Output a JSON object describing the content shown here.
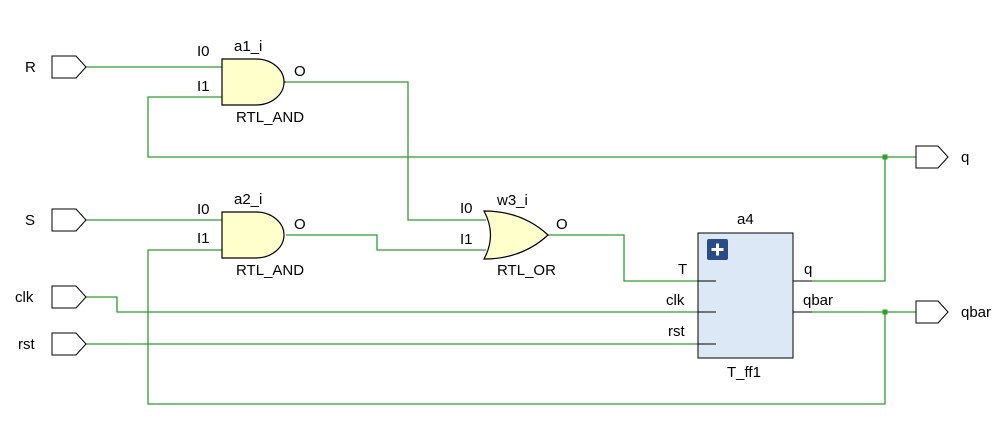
{
  "ports_in": {
    "R": "R",
    "S": "S",
    "clk": "clk",
    "rst": "rst"
  },
  "ports_out": {
    "q": "q",
    "qbar": "qbar"
  },
  "gates": {
    "a1": {
      "instance": "a1_i",
      "type": "RTL_AND",
      "in0": "I0",
      "in1": "I1",
      "out": "O"
    },
    "a2": {
      "instance": "a2_i",
      "type": "RTL_AND",
      "in0": "I0",
      "in1": "I1",
      "out": "O"
    },
    "w3": {
      "instance": "w3_i",
      "type": "RTL_OR",
      "in0": "I0",
      "in1": "I1",
      "out": "O"
    }
  },
  "block": {
    "instance": "a4",
    "type": "T_ff1",
    "expand_glyph": "+",
    "pins_left": {
      "T": "T",
      "clk": "clk",
      "rst": "rst"
    },
    "pins_right": {
      "q": "q",
      "qbar": "qbar"
    }
  },
  "colors": {
    "wire": "#2e9e2e",
    "gate_fill": "#ffffcc",
    "block_fill": "#dde8f7",
    "expand_button": "#2b4a8a"
  }
}
